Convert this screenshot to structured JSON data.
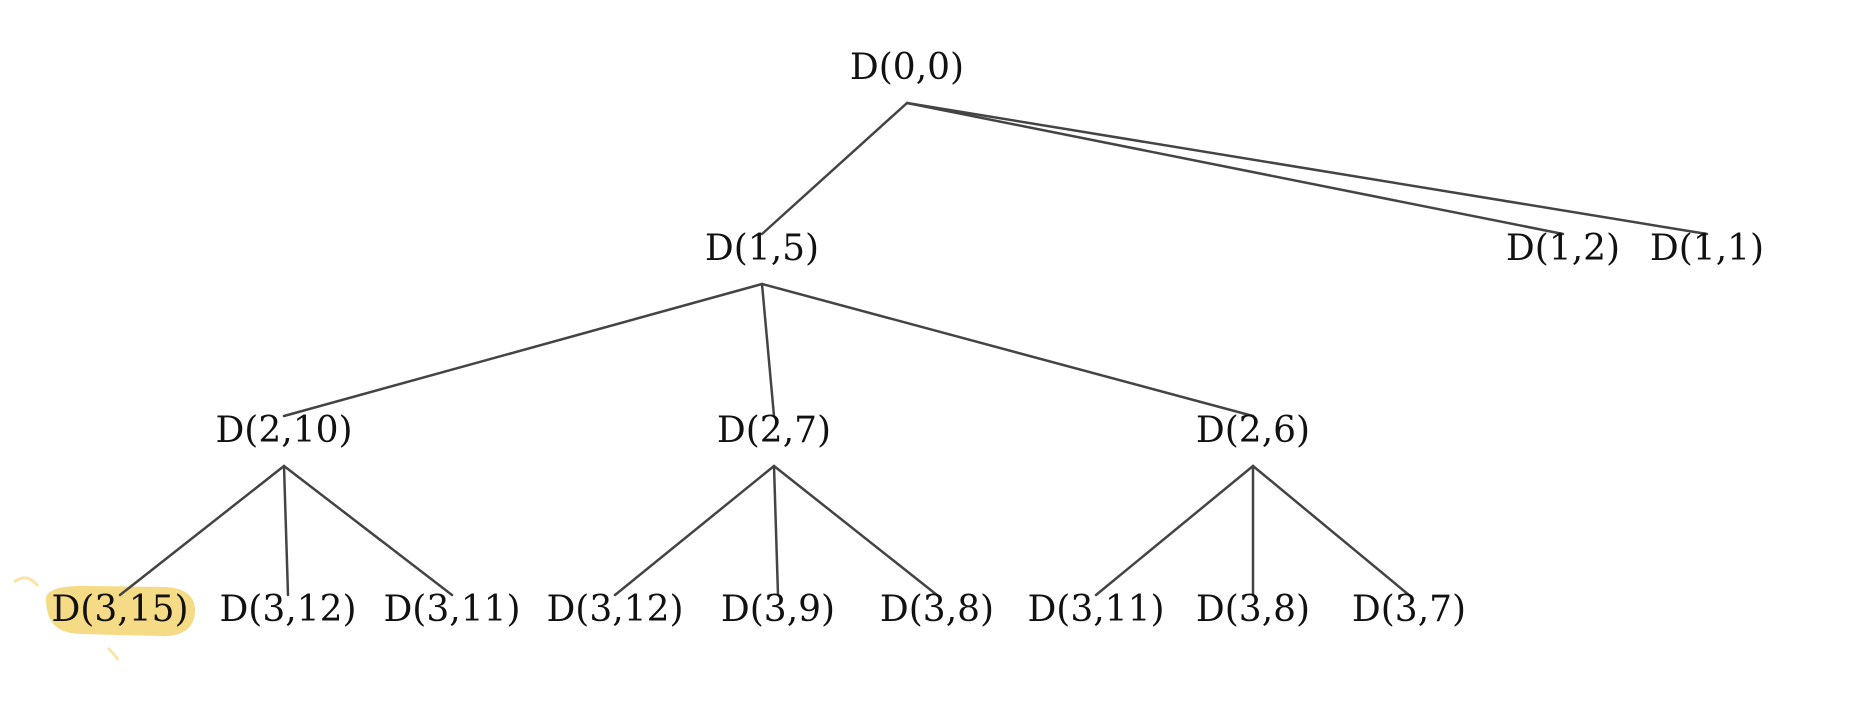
{
  "tree": {
    "highlight_color": "#f3cf5e",
    "edge_color": "#444444",
    "nodes": [
      {
        "id": "n0",
        "label": "D(0,0)"
      },
      {
        "id": "n1",
        "label": "D(1,5)"
      },
      {
        "id": "n2",
        "label": "D(1,2)"
      },
      {
        "id": "n3",
        "label": "D(1,1)"
      },
      {
        "id": "n4",
        "label": "D(2,10)"
      },
      {
        "id": "n5",
        "label": "D(2,7)"
      },
      {
        "id": "n6",
        "label": "D(2,6)"
      },
      {
        "id": "n7",
        "label": "D(3,15)",
        "highlighted": true
      },
      {
        "id": "n8",
        "label": "D(3,12)"
      },
      {
        "id": "n9",
        "label": "D(3,11)"
      },
      {
        "id": "n10",
        "label": "D(3,12)"
      },
      {
        "id": "n11",
        "label": "D(3,9)"
      },
      {
        "id": "n12",
        "label": "D(3,8)"
      },
      {
        "id": "n13",
        "label": "D(3,11)"
      },
      {
        "id": "n14",
        "label": "D(3,8)"
      },
      {
        "id": "n15",
        "label": "D(3,7)"
      }
    ],
    "edges": [
      {
        "from": "n0",
        "to": "n1"
      },
      {
        "from": "n0",
        "to": "n2"
      },
      {
        "from": "n0",
        "to": "n3"
      },
      {
        "from": "n1",
        "to": "n4"
      },
      {
        "from": "n1",
        "to": "n5"
      },
      {
        "from": "n1",
        "to": "n6"
      },
      {
        "from": "n4",
        "to": "n7"
      },
      {
        "from": "n4",
        "to": "n8"
      },
      {
        "from": "n4",
        "to": "n9"
      },
      {
        "from": "n5",
        "to": "n10"
      },
      {
        "from": "n5",
        "to": "n11"
      },
      {
        "from": "n5",
        "to": "n12"
      },
      {
        "from": "n6",
        "to": "n13"
      },
      {
        "from": "n6",
        "to": "n14"
      },
      {
        "from": "n6",
        "to": "n15"
      }
    ]
  }
}
